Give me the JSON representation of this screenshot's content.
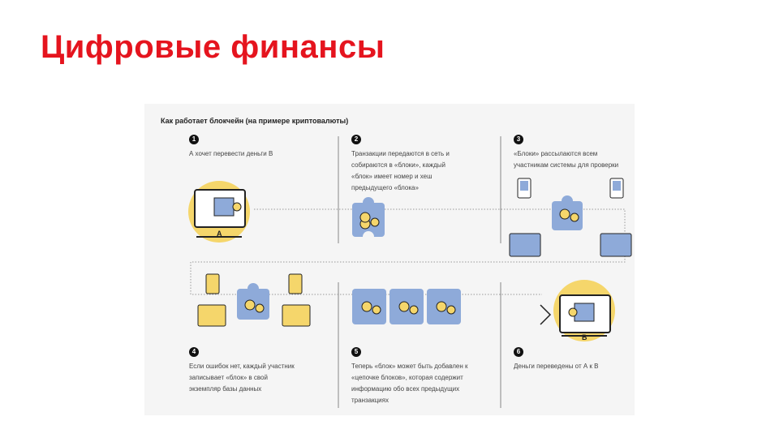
{
  "title": "Цифровые финансы",
  "diagram": {
    "heading": "Как работает блокчейн  (на примере криптовалюты)",
    "steps": [
      {
        "num": "1",
        "text": "А хочет перевести деньги В"
      },
      {
        "num": "2",
        "text": "Транзакции передаются в сеть и собираются в «блоки», каждый «блок» имеет номер и хеш предыдущего «блока»"
      },
      {
        "num": "3",
        "text": "«Блоки» рассылаются всем участникам системы для проверки"
      },
      {
        "num": "4",
        "text": "Если ошибок нет, каждый участник записывает «блок» в свой экземпляр базы данных"
      },
      {
        "num": "5",
        "text": "Теперь «блок» может быть добавлен к «цепочке блоков», которая содержит информацию обо всех предыдущих транзакциях"
      },
      {
        "num": "6",
        "text": "Деньги переведены от А к В"
      }
    ],
    "label_a": "A",
    "label_b": "B",
    "colors": {
      "yellow": "#f5d66b",
      "blue": "#8eaad9",
      "red": "#e5141e"
    }
  }
}
